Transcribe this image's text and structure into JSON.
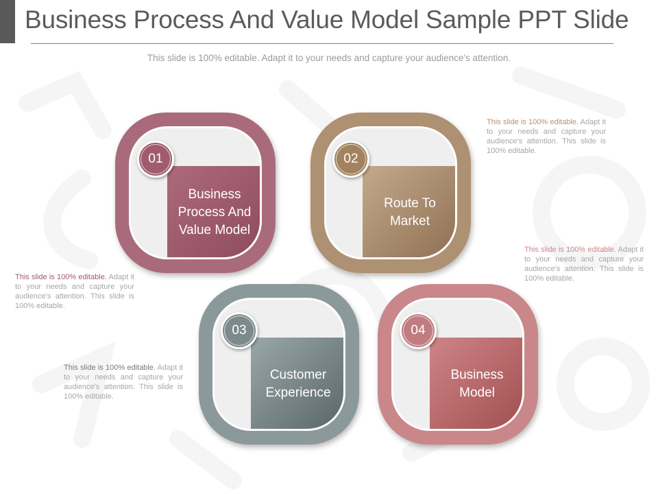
{
  "title": "Business Process And Value Model Sample PPT Slide",
  "subtitle": "This slide is 100% editable. Adapt it to your needs and capture your audience's attention.",
  "colors": {
    "card1": "#a86a7a",
    "card2": "#ad8f72",
    "card3": "#8a989a",
    "card4": "#c98689"
  },
  "cards": [
    {
      "number": "01",
      "label": "Business Process And Value Model"
    },
    {
      "number": "02",
      "label": "Route To Market"
    },
    {
      "number": "03",
      "label": "Customer Experience"
    },
    {
      "number": "04",
      "label": "Business Model"
    }
  ],
  "notes": [
    {
      "lead": "This slide is 100% editable.",
      "body": " Adapt it to your needs and capture your audience's attention. This slide is 100% editable."
    },
    {
      "lead": "This slide is 100% editable.",
      "body": " Adapt it to your needs and capture your audience's attention. This slide is 100% editable."
    },
    {
      "lead": "This slide is 100% editable.",
      "body": " Adapt it to your needs and capture your audience's attention. This slide is 100% editable."
    },
    {
      "lead": "This slide is 100% editable.",
      "body": " Adapt it to your needs and capture your audience's attention. This slide is 100% editable."
    }
  ]
}
